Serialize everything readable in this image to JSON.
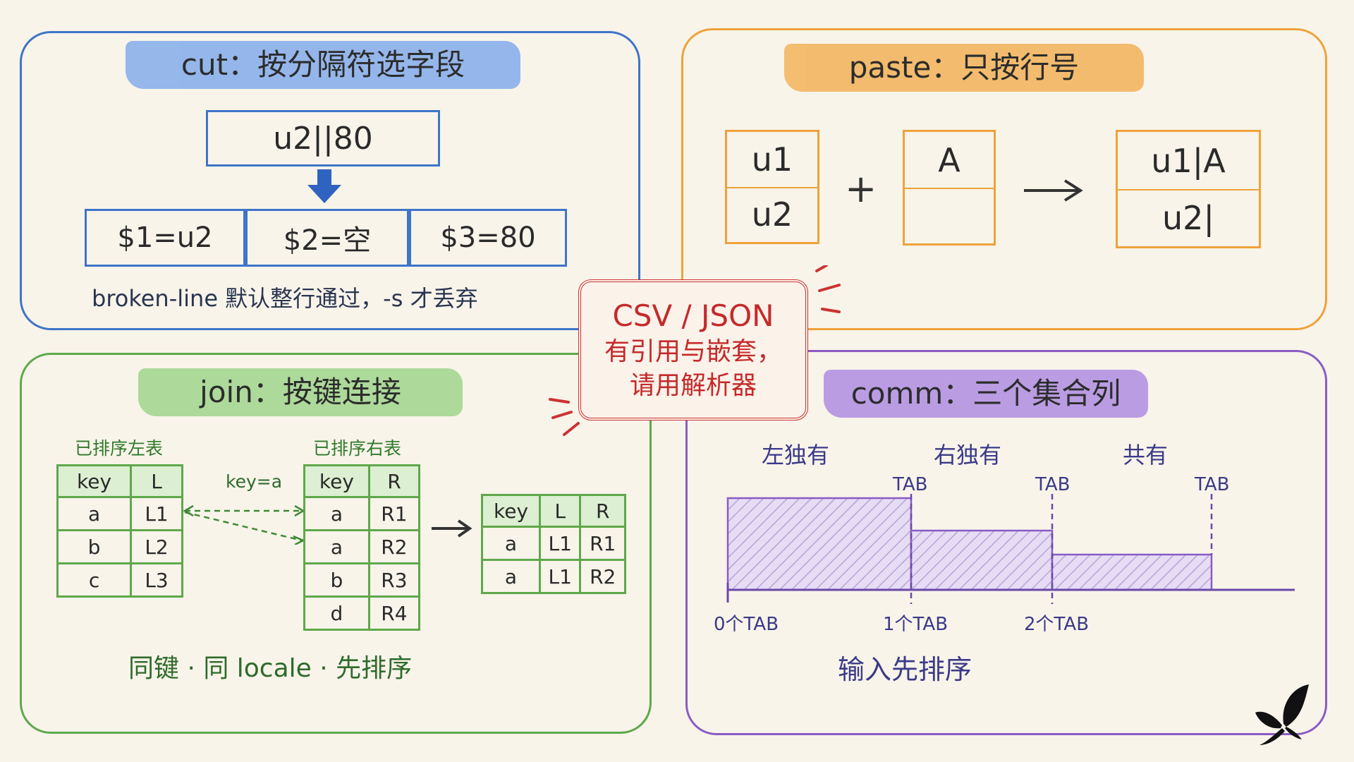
{
  "colors": {
    "cut": "#3f74c8",
    "paste": "#efa23a",
    "join": "#5ea84a",
    "comm": "#8a5cc4",
    "stamp": "#cc3232"
  },
  "cut": {
    "title": "cut：按分隔符选字段",
    "source": "u2||80",
    "fields": [
      "$1=u2",
      "$2=空",
      "$3=80"
    ],
    "note": "broken-line 默认整行通过，-s 才丢弃"
  },
  "paste": {
    "title": "paste：只按行号",
    "left": [
      "u1",
      "u2"
    ],
    "plus": "+",
    "middle": [
      "A",
      ""
    ],
    "right": [
      "u1|A",
      "u2|"
    ]
  },
  "stamp": {
    "line1": "CSV / JSON",
    "line2": "有引用与嵌套，",
    "line3": "请用解析器"
  },
  "join": {
    "title": "join：按键连接",
    "left_caption": "已排序左表",
    "right_caption": "已排序右表",
    "link_label": "key=a",
    "left_table": {
      "headers": [
        "key",
        "L"
      ],
      "rows": [
        [
          "a",
          "L1"
        ],
        [
          "b",
          "L2"
        ],
        [
          "c",
          "L3"
        ]
      ]
    },
    "right_table": {
      "headers": [
        "key",
        "R"
      ],
      "rows": [
        [
          "a",
          "R1"
        ],
        [
          "a",
          "R2"
        ],
        [
          "b",
          "R3"
        ],
        [
          "d",
          "R4"
        ]
      ]
    },
    "result_table": {
      "headers": [
        "key",
        "L",
        "R"
      ],
      "rows": [
        [
          "a",
          "L1",
          "R1"
        ],
        [
          "a",
          "L1",
          "R2"
        ]
      ]
    },
    "note": "同键 · 同 locale · 先排序"
  },
  "comm": {
    "title": "comm：三个集合列",
    "columns": [
      "左独有",
      "右独有",
      "共有"
    ],
    "tab_label": "TAB",
    "axis_labels": [
      "0个TAB",
      "1个TAB",
      "2个TAB"
    ],
    "note": "输入先排序"
  }
}
